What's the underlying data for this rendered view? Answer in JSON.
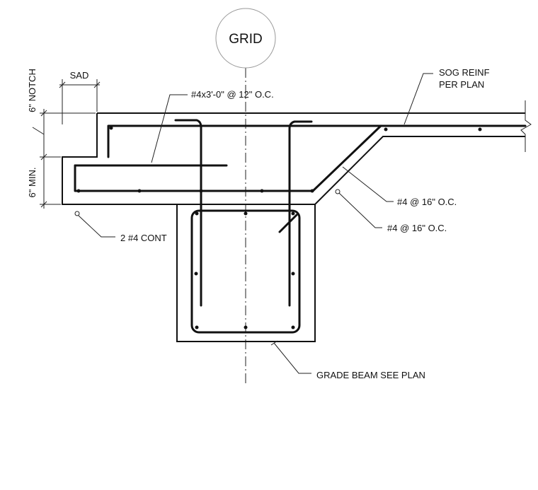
{
  "labels": {
    "grid": "GRID",
    "sad": "SAD",
    "notch": "6\" NOTCH",
    "min": "6\" MIN.",
    "dowel": "#4x3'-0\" @ 12\" O.C.",
    "sog_reinf_1": "SOG REINF",
    "sog_reinf_2": "PER PLAN",
    "bar_top": "#4 @ 16\" O.C.",
    "bar_bot": "#4 @ 16\" O.C.",
    "cont": "2 #4 CONT",
    "grade_beam": "GRADE BEAM SEE PLAN"
  }
}
